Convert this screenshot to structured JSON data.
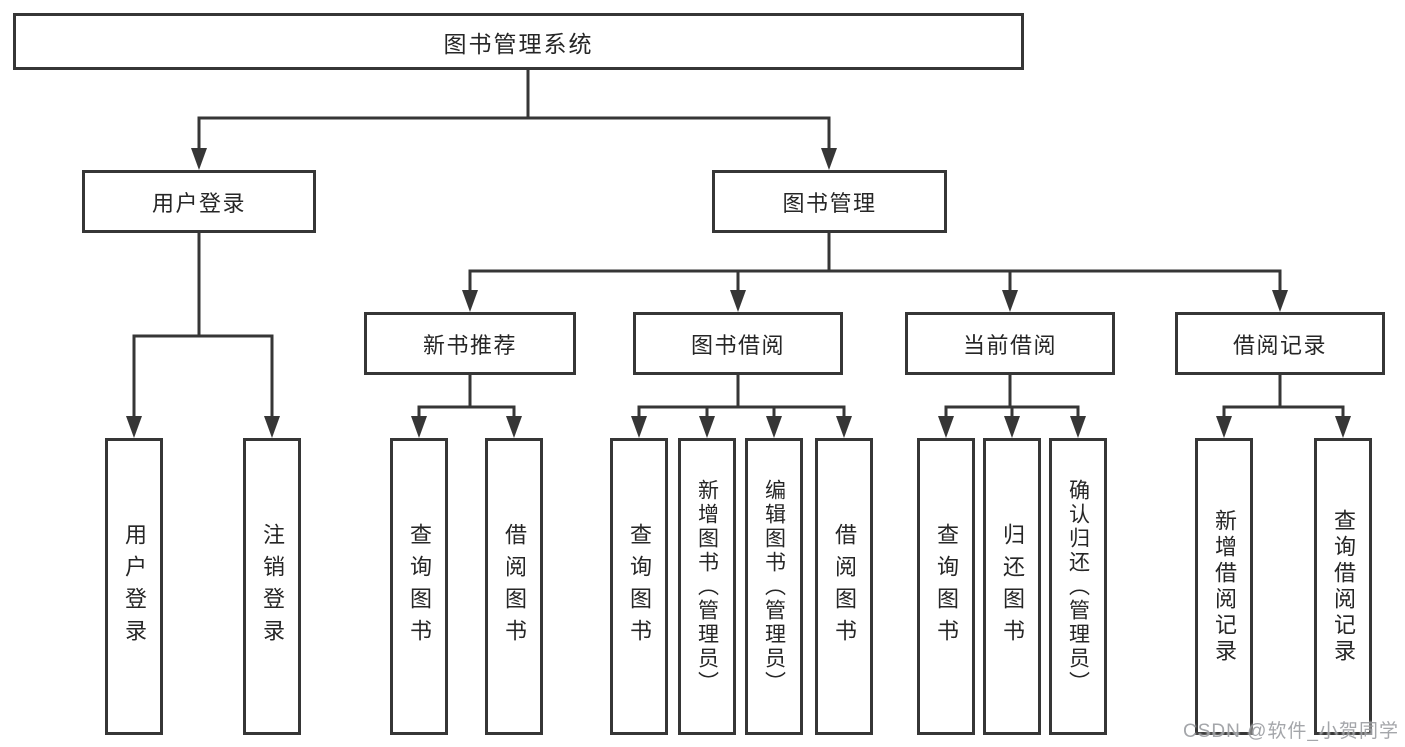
{
  "diagram": {
    "root": {
      "label": "图书管理系统"
    },
    "level2": [
      {
        "label": "用户登录"
      },
      {
        "label": "图书管理"
      }
    ],
    "level3": [
      {
        "label": "新书推荐"
      },
      {
        "label": "图书借阅"
      },
      {
        "label": "当前借阅"
      },
      {
        "label": "借阅记录"
      }
    ],
    "leaves": {
      "user_login": [
        "用户登录",
        "注销登录"
      ],
      "new_books": [
        "查询图书",
        "借阅图书"
      ],
      "book_borrow": [
        "查询图书",
        "新增图书（管理员）",
        "编辑图书（管理员）",
        "借阅图书"
      ],
      "current_borrow": [
        "查询图书",
        "归还图书",
        "确认归还（管理员）"
      ],
      "borrow_records": [
        "新增借阅记录",
        "查询借阅记录"
      ]
    }
  },
  "watermark": {
    "text": "CSDN @软件_小贺同学"
  },
  "colors": {
    "line": "#363636",
    "box_border": "#363636",
    "box_fill": "#ffffff",
    "text": "#262626",
    "watermark": "#96969b",
    "background": "#ffffff"
  }
}
